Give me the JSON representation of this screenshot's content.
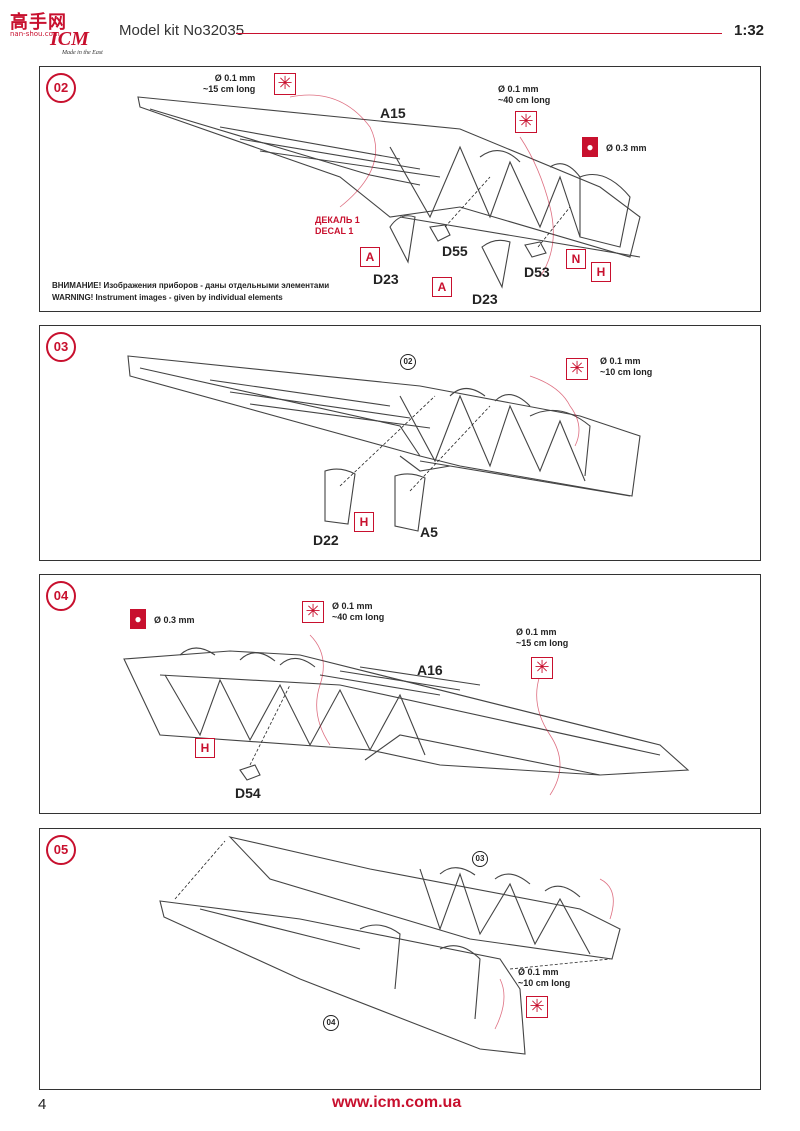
{
  "header": {
    "logo_text_cn": "高手网",
    "logo_sub": "nan-shou.com",
    "logo_brand": "ICM",
    "logo_tagline": "Made in the East",
    "model_kit": "Model kit No32035",
    "scale": "1:32"
  },
  "footer": {
    "page_number": "4",
    "url": "www.icm.com.ua"
  },
  "steps": [
    {
      "number": "02",
      "labels": {
        "wire1": "Ø 0.1 mm\n~15 cm long",
        "wire2": "Ø 0.1 mm\n~40 cm long",
        "glue": "Ø 0.3 mm",
        "A15": "A15",
        "decal": "ДЕКАЛЬ 1\nDECAL 1",
        "D55": "D55",
        "D23a": "D23",
        "D23b": "D23",
        "D53": "D53",
        "boxA1": "A",
        "boxA2": "A",
        "boxN": "N",
        "boxH": "H",
        "warning_ru": "ВНИМАНИЕ! Изображения приборов - даны отдельными элементами",
        "warning_en": "WARNING! Instrument images - given by individual elements"
      }
    },
    {
      "number": "03",
      "labels": {
        "ref": "02",
        "wire": "Ø 0.1 mm\n~10 cm long",
        "D22": "D22",
        "A5": "A5",
        "boxH": "H"
      }
    },
    {
      "number": "04",
      "labels": {
        "glue": "Ø 0.3 mm",
        "wire1": "Ø 0.1 mm\n~40 cm long",
        "wire2": "Ø 0.1 mm\n~15 cm long",
        "A16": "A16",
        "D54": "D54",
        "boxH": "H"
      }
    },
    {
      "number": "05",
      "labels": {
        "ref1": "03",
        "ref2": "04",
        "wire": "Ø 0.1 mm\n~10 cm long"
      }
    }
  ],
  "icons": {
    "wire": "asterisk-icon",
    "glue": "glue-drop-icon"
  },
  "colors": {
    "accent": "#c8102e",
    "line": "#333333"
  }
}
